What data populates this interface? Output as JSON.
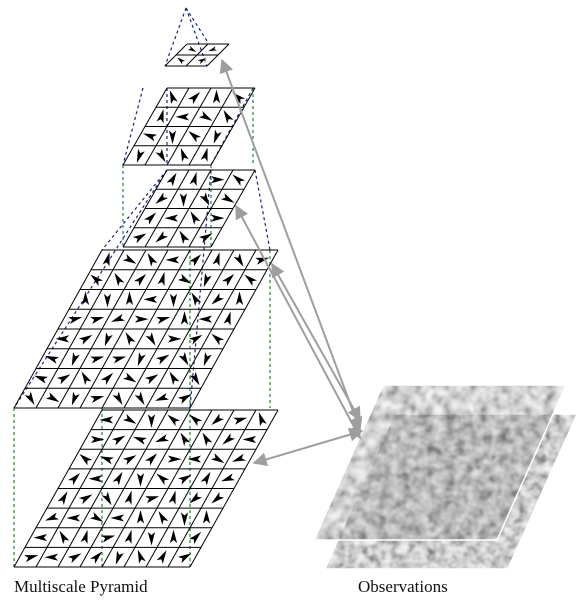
{
  "captions": {
    "pyramid": "Multiscale Pyramid",
    "observations": "Observations"
  },
  "colors": {
    "grid": "#000000",
    "arrow": "#000000",
    "pyramid_link_dashed": "#1a237e",
    "vertical_link_dashed": "#2e7d32",
    "observation_arrow": "#9e9e9e"
  },
  "icons": {
    "field_glyph": "arrowhead-icon",
    "connector": "double-headed-arrow-icon"
  },
  "pyramid_levels": [
    {
      "level": 1,
      "grid": "2x2"
    },
    {
      "level": 2,
      "grid": "4x4"
    },
    {
      "level": 3,
      "grid": "4x4"
    },
    {
      "level": 4,
      "grid": "8x8"
    },
    {
      "level": 5,
      "grid": "8x8"
    }
  ],
  "observation_layers": 2
}
